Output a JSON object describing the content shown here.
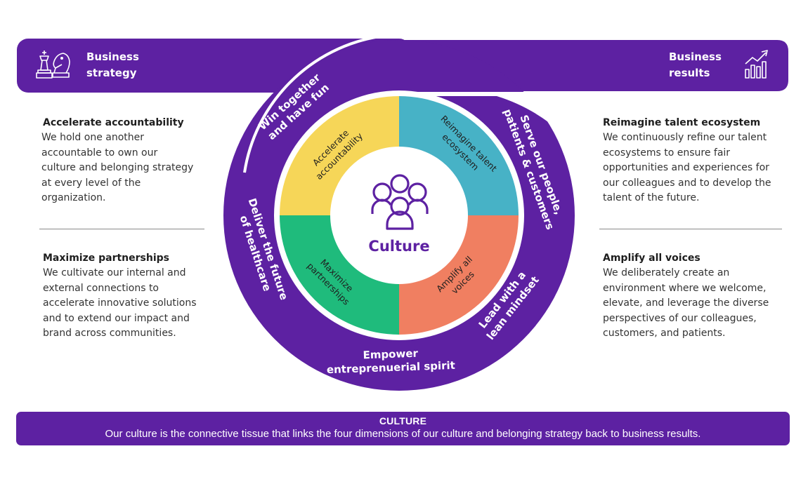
{
  "colors": {
    "purple": "#5d21a2",
    "yellow": "#f6d658",
    "teal": "#47b2c6",
    "green": "#1fbb7c",
    "coral": "#f07f61",
    "white": "#ffffff",
    "quadrant_text": "#1f1f1f"
  },
  "top_bar": {
    "left_label_line1": "Business",
    "left_label_line2": "strategy",
    "left_icon": "chess-pieces-icon",
    "right_label_line1": "Business",
    "right_label_line2": "results",
    "right_icon": "growth-chart-icon"
  },
  "wheel": {
    "center_label": "Culture",
    "center_icon": "people-group-icon",
    "quadrants": [
      {
        "name": "accelerate-accountability",
        "line1": "Accelerate",
        "line2": "accountability",
        "color_key": "yellow"
      },
      {
        "name": "reimagine-talent-ecosystem",
        "line1": "Reimagine talent",
        "line2": "ecosystem",
        "color_key": "teal"
      },
      {
        "name": "amplify-all-voices",
        "line1": "Amplify all",
        "line2": "voices",
        "color_key": "coral"
      },
      {
        "name": "maximize-partnerships",
        "line1": "Maximize",
        "line2": "partnerships",
        "color_key": "green"
      }
    ],
    "ring_values": [
      {
        "line1": "Win together",
        "line2": "and have fun"
      },
      {
        "line1": "Serve our people,",
        "line2": "patients & customers"
      },
      {
        "line1": "Lead with a",
        "line2": "lean mindset"
      },
      {
        "line1": "Empower",
        "line2": "entreprenuerial spirit"
      },
      {
        "line1": "Deliver the future",
        "line2": "of healthcare"
      }
    ]
  },
  "left_panel": [
    {
      "title": "Accelerate accountability",
      "body": [
        "We hold one another",
        "accountable to own our",
        "culture and belonging strategy",
        "at every level of the",
        "organization."
      ]
    },
    {
      "title": "Maximize partnerships",
      "body": [
        "We cultivate our internal and",
        "external connections to",
        "accelerate innovative solutions",
        "and to extend our impact and",
        "brand across communities."
      ]
    }
  ],
  "right_panel": [
    {
      "title": "Reimagine talent ecosystem",
      "body": [
        "We continuously refine our talent",
        "ecosystems to ensure fair",
        "opportunities and experiences for",
        "our colleagues and to develop the",
        "talent of the future."
      ]
    },
    {
      "title": "Amplify all voices",
      "body": [
        "We deliberately create an",
        "environment where we welcome,",
        "elevate, and leverage the diverse",
        "perspectives of our colleagues,",
        "customers, and patients."
      ]
    }
  ],
  "footer": {
    "title": "CULTURE",
    "body": "Our culture is the connective tissue that links the four dimensions of our culture and belonging strategy back to business results."
  }
}
